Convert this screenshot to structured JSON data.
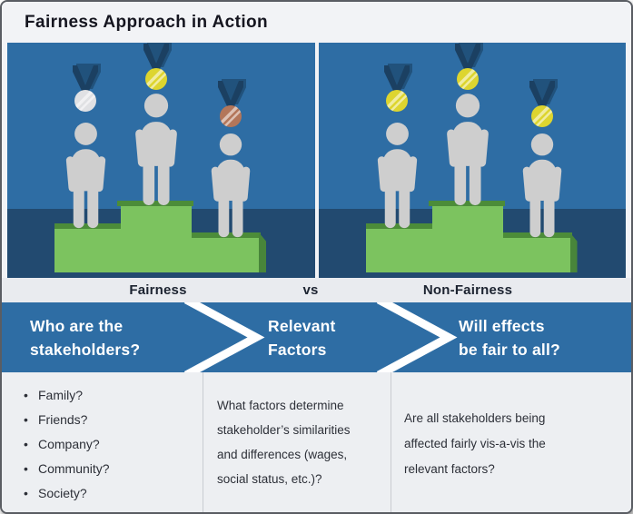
{
  "title": "Fairness Approach in Action",
  "colors": {
    "banner_blue": "#2e6da4",
    "wall_blue": "#2e6da4",
    "floor_blue": "#224a70",
    "podium_green": "#7cc35f",
    "podium_green_dark": "#4c8c39",
    "medal_gold": "#ddd52f",
    "medal_silver": "#e0e1e4",
    "medal_bronze": "#b3765a",
    "person_gray": "#cecece"
  },
  "comparison": {
    "left_label": "Fairness",
    "vs_label": "vs",
    "right_label": "Non-Fairness",
    "left_medals": [
      "silver",
      "gold",
      "bronze"
    ],
    "right_medals": [
      "gold",
      "gold",
      "gold"
    ]
  },
  "banner": {
    "steps": [
      {
        "line1": "Who are the",
        "line2": "stakeholders?"
      },
      {
        "line1": "Relevant",
        "line2": "Factors"
      },
      {
        "line1": "Will effects",
        "line2": "be fair to all?"
      }
    ]
  },
  "bottom": {
    "stakeholders": [
      "Family?",
      "Friends?",
      "Company?",
      "Community?",
      "Society?"
    ],
    "factors_lines": [
      "What factors determine",
      "stakeholder’s similarities",
      "and differences (wages,",
      "social status, etc.)?"
    ],
    "effects_lines": [
      "Are all stakeholders being",
      "affected fairly vis-a-vis the",
      "relevant factors?"
    ]
  }
}
